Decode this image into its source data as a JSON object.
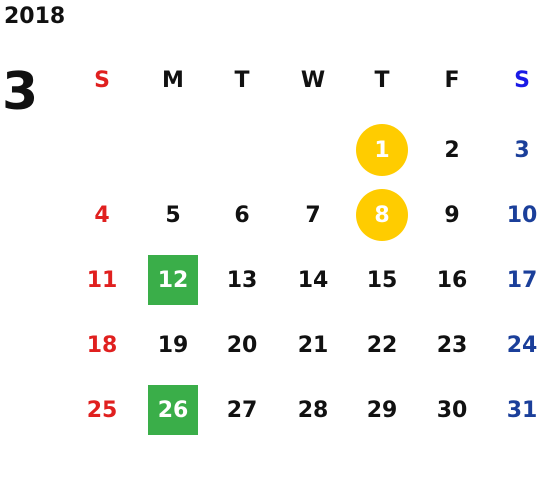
{
  "calendar": {
    "year": "2018",
    "month": "3",
    "weekdays": [
      "S",
      "M",
      "T",
      "W",
      "T",
      "F",
      "S"
    ],
    "weeks": [
      [
        "",
        "",
        "",
        "",
        "1",
        "2",
        "3"
      ],
      [
        "4",
        "5",
        "6",
        "7",
        "8",
        "9",
        "10"
      ],
      [
        "11",
        "12",
        "13",
        "14",
        "15",
        "16",
        "17"
      ],
      [
        "18",
        "19",
        "20",
        "21",
        "22",
        "23",
        "24"
      ],
      [
        "25",
        "26",
        "27",
        "28",
        "29",
        "30",
        "31"
      ]
    ],
    "highlights": {
      "circle": [
        "1",
        "8"
      ],
      "square": [
        "12",
        "26"
      ]
    },
    "colors": {
      "sunday": "#e0201f",
      "saturday": "#1b3f9a",
      "saturday_header": "#1a1ae6",
      "weekday": "#111111",
      "circle_highlight": "#ffcc00",
      "square_highlight": "#3aae49",
      "highlight_text": "#ffffff"
    }
  }
}
